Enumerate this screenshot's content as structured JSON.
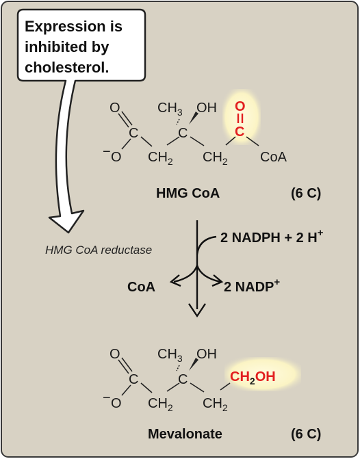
{
  "callout": {
    "line1": "Expression is",
    "line2": "inhibited by",
    "line3": "cholesterol."
  },
  "hmg": {
    "o_top": "O",
    "c1": "C",
    "o_minus": "O",
    "minus": "−",
    "ch3": "CH",
    "ch3_sub": "3",
    "oh": "OH",
    "c3": "C",
    "ch2_a": "CH",
    "ch2_a_sub": "2",
    "ch2_b": "CH",
    "ch2_b_sub": "2",
    "o_red": "O",
    "c_red": "C",
    "coa": "CoA",
    "name": "HMG CoA",
    "carbons": "(6 C)"
  },
  "reaction": {
    "enzyme": "HMG CoA reductase",
    "reactant": "2 NADPH + 2 H",
    "reactant_sup": "+",
    "product_left": "CoA",
    "product_right": "2 NADP",
    "product_right_sup": "+"
  },
  "mevalonate": {
    "o_top": "O",
    "c1": "C",
    "o_minus": "O",
    "minus": "−",
    "ch3": "CH",
    "ch3_sub": "3",
    "oh": "OH",
    "c3": "C",
    "ch2_a": "CH",
    "ch2_a_sub": "2",
    "ch2_b": "CH",
    "ch2_b_sub": "2",
    "ch2oh_a": "CH",
    "ch2oh_sub": "2",
    "ch2oh_b": "OH",
    "name": "Mevalonate",
    "carbons": "(6 C)"
  },
  "colors": {
    "panel_bg": "#d8d2c4",
    "panel_border": "#3a3a3a",
    "highlight": "#fbf6c8",
    "red": "#e21f1f"
  }
}
